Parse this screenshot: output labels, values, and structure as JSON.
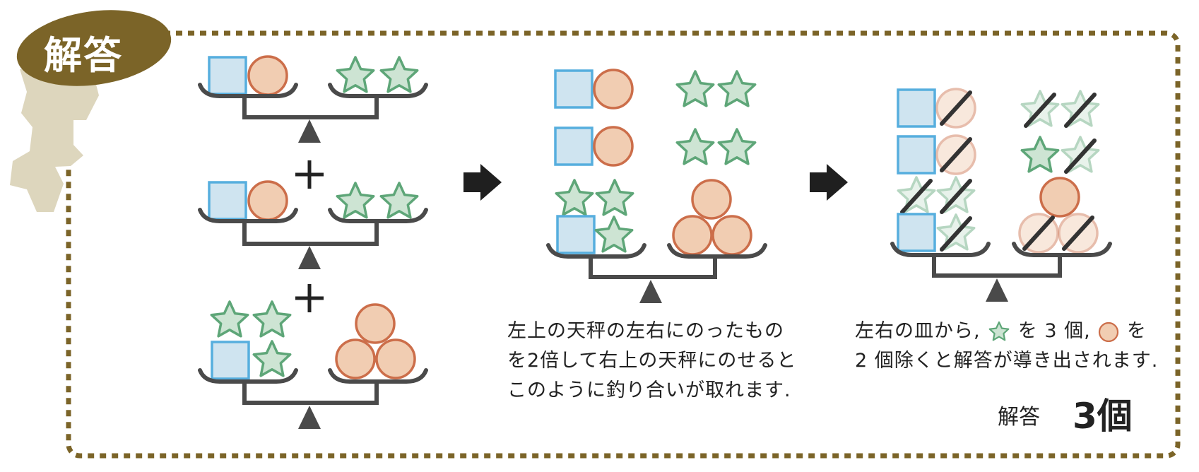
{
  "badge": {
    "label": "解答"
  },
  "colors": {
    "frame": "#7b6428",
    "badge": "#7b6428",
    "badge_shadow": "#ddd6bd",
    "square_fill": "#cfe4f0",
    "square_stroke": "#56aede",
    "circle_fill": "#f1cdb2",
    "circle_stroke": "#cc6e4a",
    "star_fill": "#cde4d3",
    "star_stroke": "#5ea678",
    "scale": "#4a4a4a",
    "arrow": "#1f1f1f"
  },
  "icons": [
    "plus-icon",
    "right-arrow-icon",
    "star-icon",
    "circle-icon",
    "square-icon",
    "strike-icon"
  ],
  "captions": {
    "middle": [
      "左上の天秤の左右にのったもの",
      "を2倍して右上の天秤にのせると",
      "このように釣り合いが取れます."
    ],
    "right": {
      "line1_a": "左右の皿から,",
      "line1_b": "を 3 個,",
      "line1_c": "を",
      "line2": "2 個除くと解答が導き出されます."
    }
  },
  "answer": {
    "label": "解答",
    "value": "3個"
  }
}
